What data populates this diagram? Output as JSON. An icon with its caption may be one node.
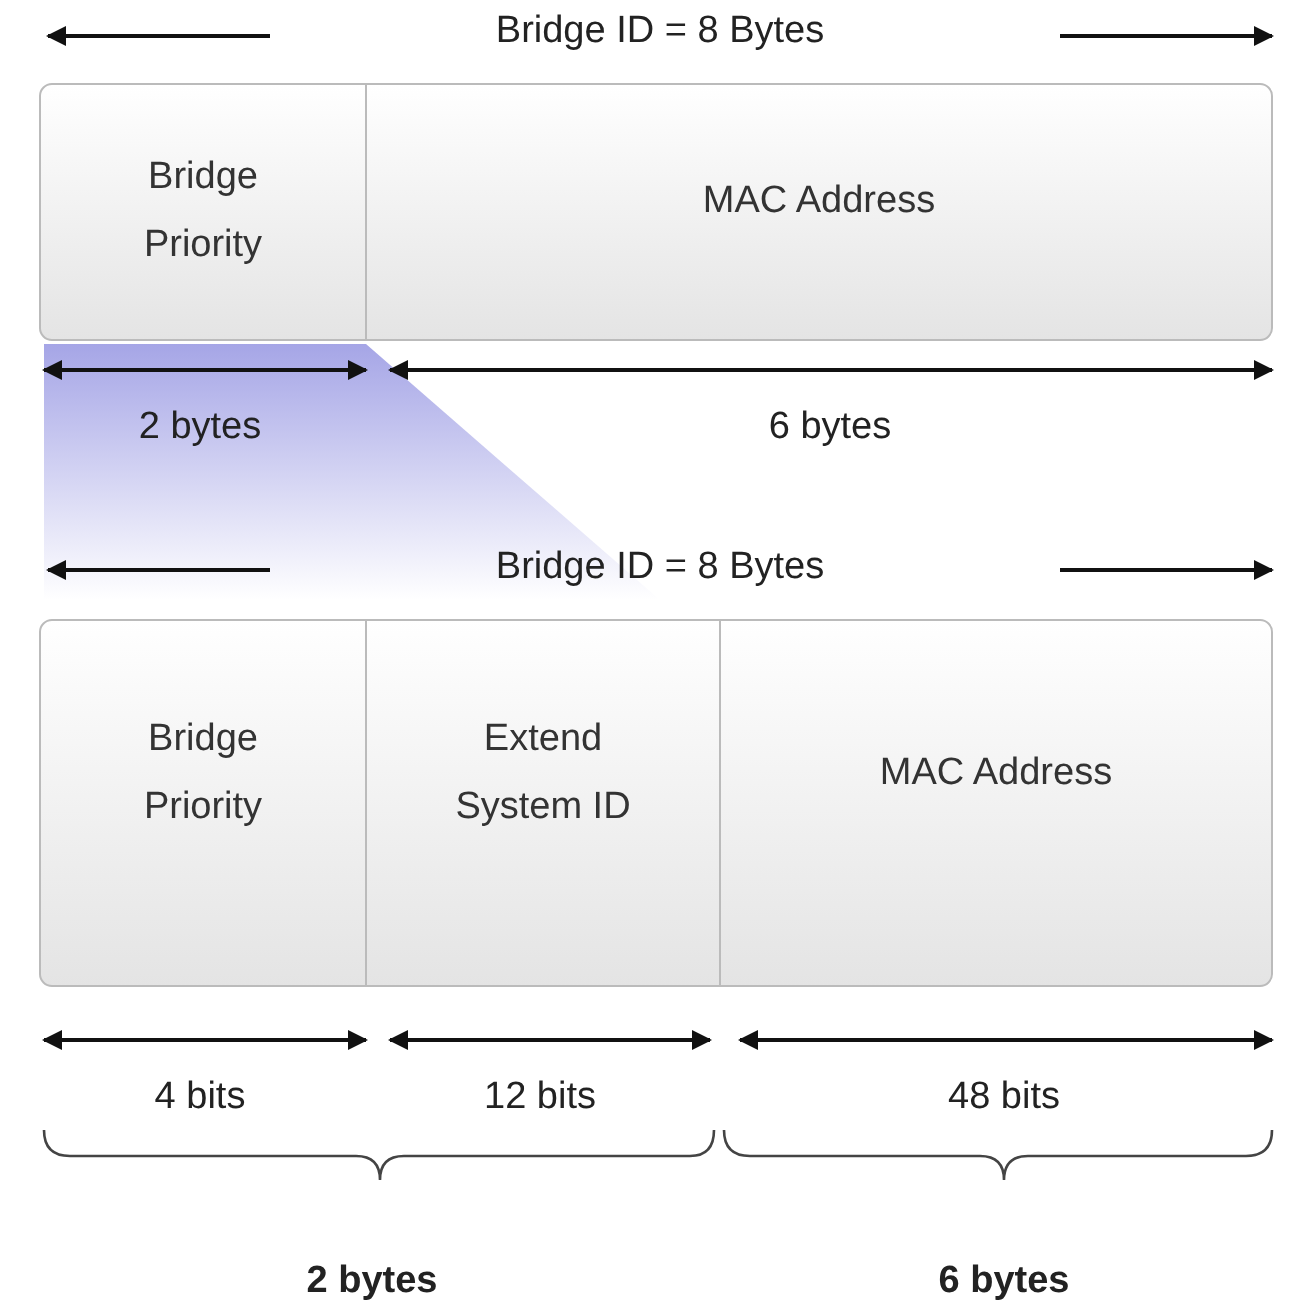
{
  "diagram": {
    "nodes": [
      {
        "text": [
          "Bridge Priority"
        ]
      },
      {
        "text": [
          "MAC Address"
        ]
      },
      {
        "text": [
          "Bridge Priority"
        ]
      },
      {
        "text": [
          "Extend System ID"
        ]
      },
      {
        "text": [
          "MAC Address"
        ]
      }
    ],
    "edges": [],
    "labels": [
      "Bridge ID = 8 Bytes",
      "2 bytes",
      "6 bytes",
      "Bridge ID = 8 Bytes",
      "4 bits",
      "12 bits",
      "48 bits",
      "2 bytes",
      "6 bytes"
    ]
  }
}
